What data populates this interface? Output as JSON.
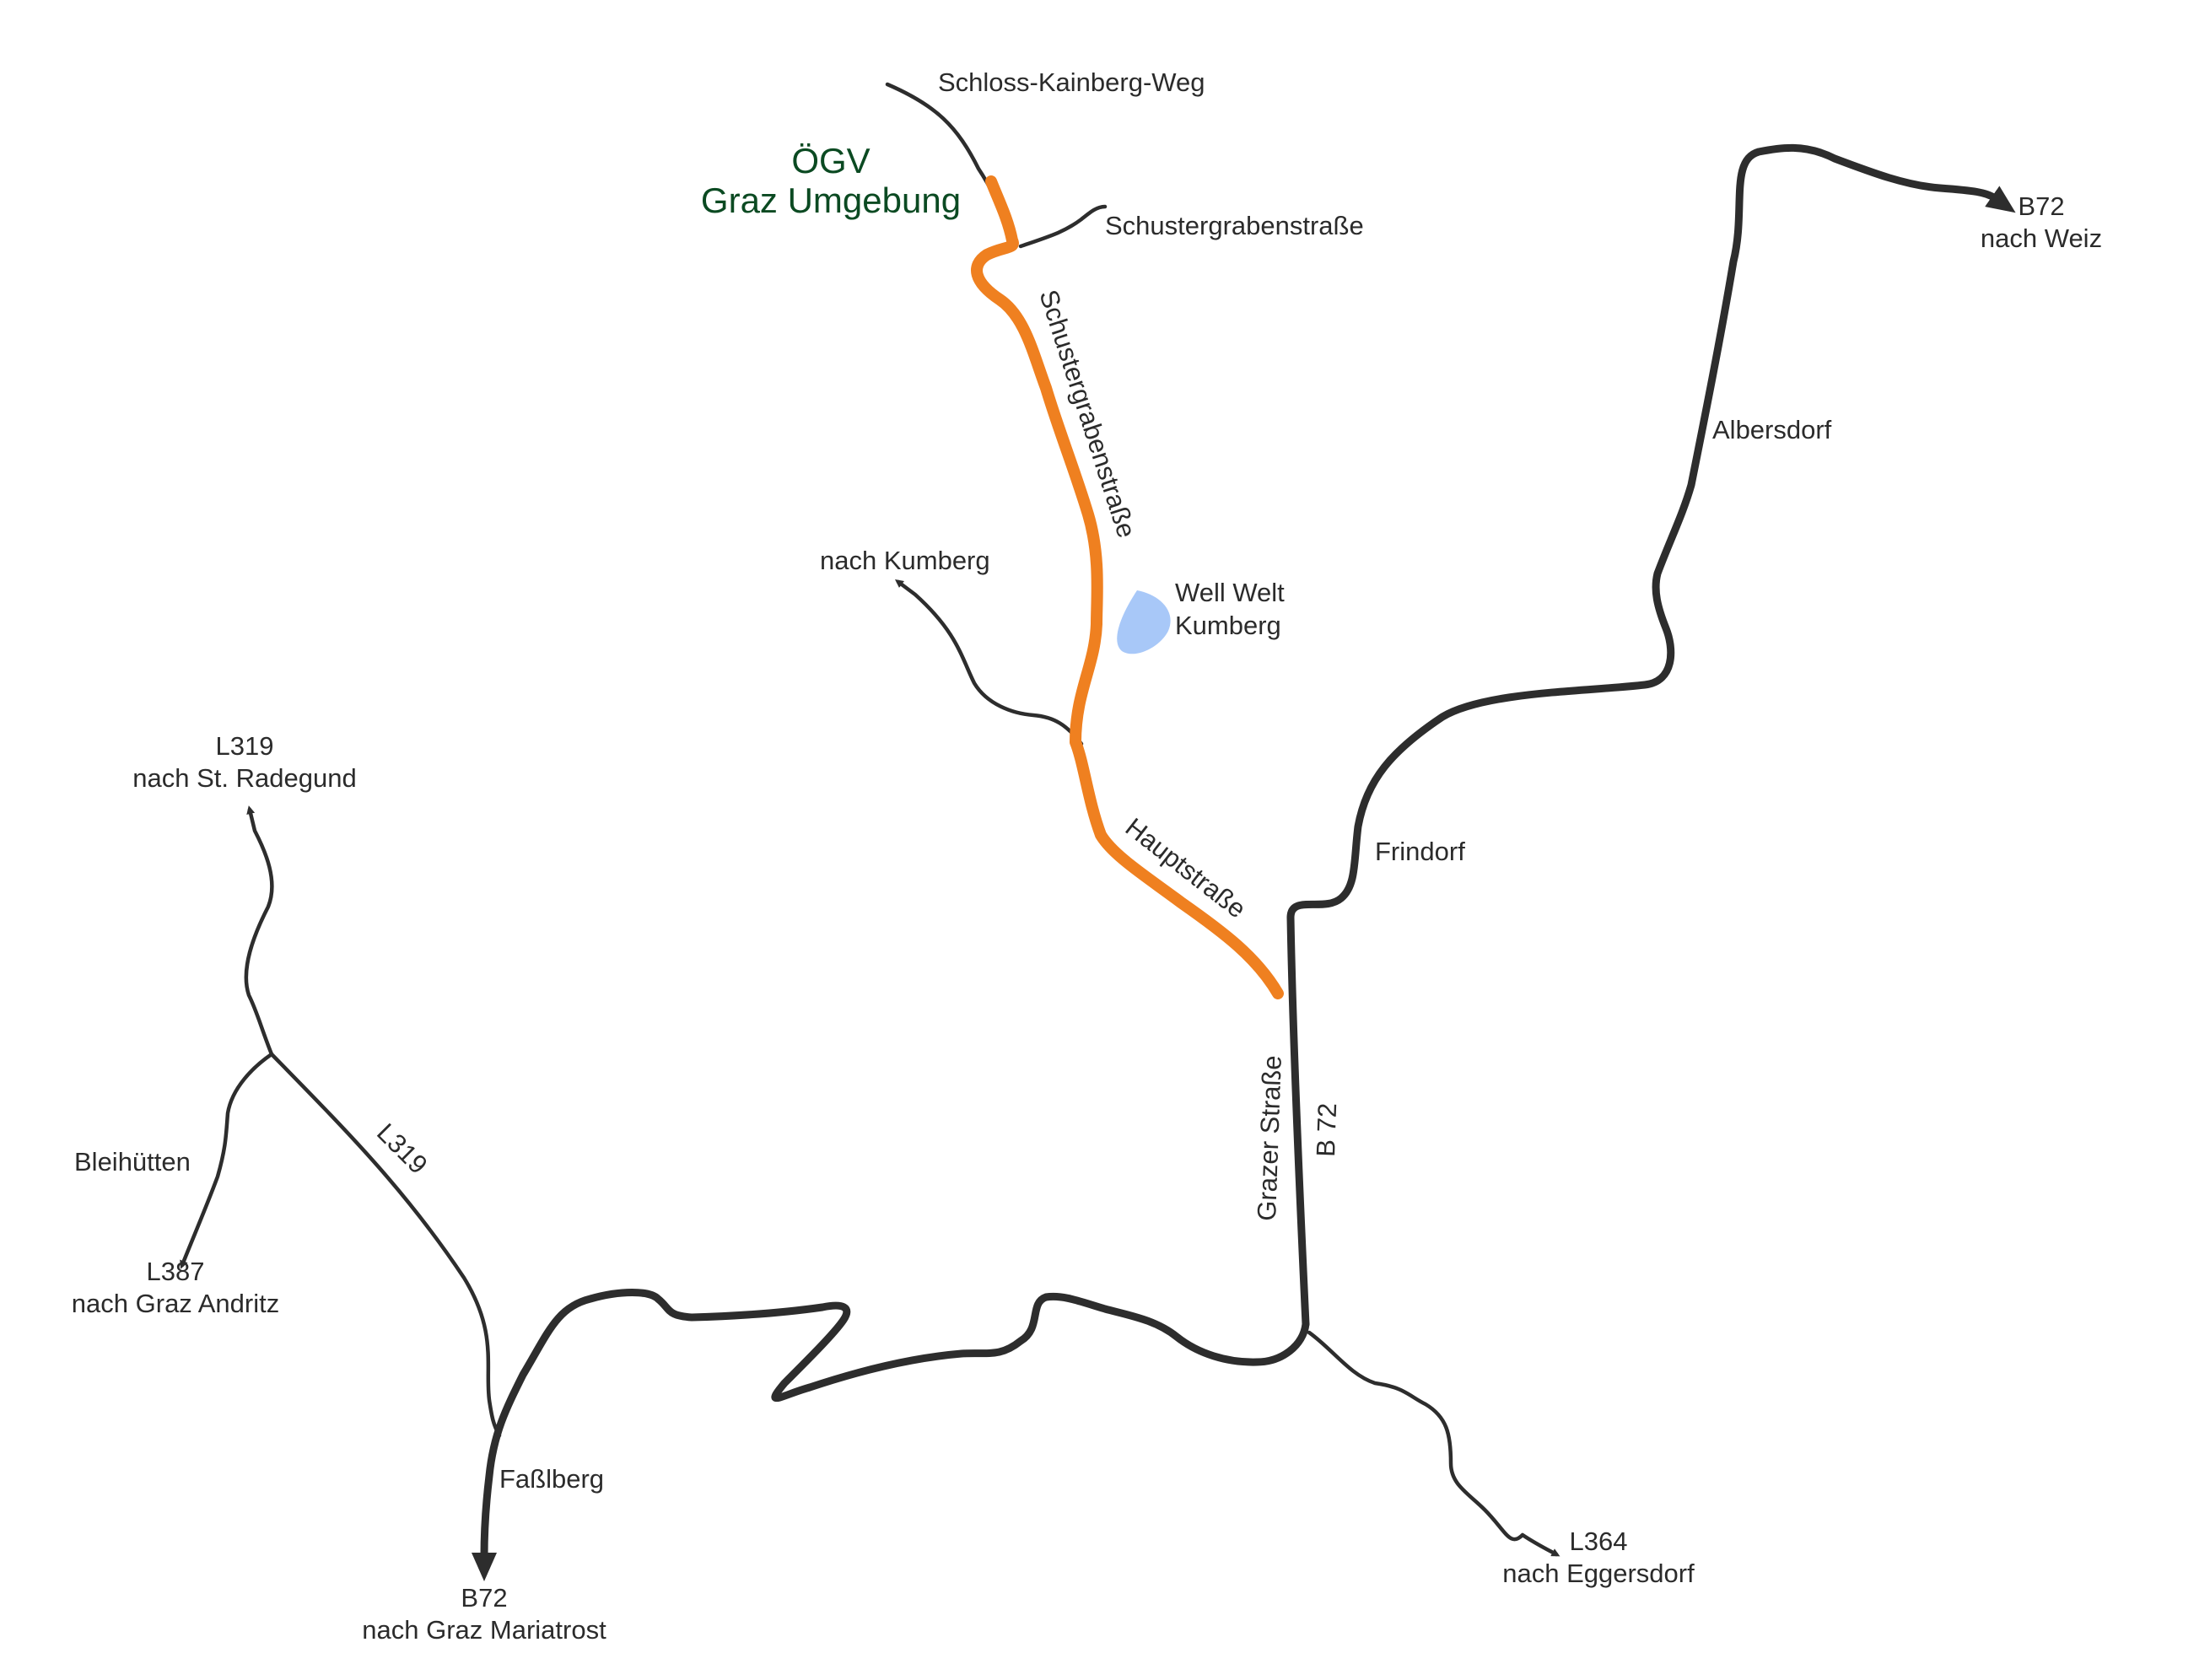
{
  "map": {
    "title_line1": "ÖGV",
    "title_line2": "Graz Umgebung",
    "labels": {
      "schloss_kainberg_weg": "Schloss-Kainberg-Weg",
      "schustergrabenstrasse_top": "Schustergrabenstraße",
      "schustergrabenstrasse_route": "Schustergrabenstraße",
      "hauptstrasse": "Hauptstraße",
      "nach_kumberg": "nach Kumberg",
      "well_welt_1": "Well Welt",
      "well_welt_2": "Kumberg",
      "b72_weiz_1": "B72",
      "b72_weiz_2": "nach Weiz",
      "albersdorf": "Albersdorf",
      "frindorf": "Frindorf",
      "grazer_strasse": "Grazer Straße",
      "b72_vertical": "B 72",
      "l319_radegund_1": "L319",
      "l319_radegund_2": "nach St. Radegund",
      "bleihuetten": "Bleihütten",
      "l387_1": "L387",
      "l387_2": "nach Graz Andritz",
      "l319_road": "L319",
      "fasslberg": "Faßlberg",
      "b72_mariatrost_1": "B72",
      "b72_mariatrost_2": "nach Graz Mariatrost",
      "l364_1": "L364",
      "l364_2": "nach Eggersdorf"
    },
    "colors": {
      "route": "#ef8020",
      "road": "#2d2d2d",
      "lake": "#a8c8f8",
      "title": "#0b4a22"
    }
  }
}
